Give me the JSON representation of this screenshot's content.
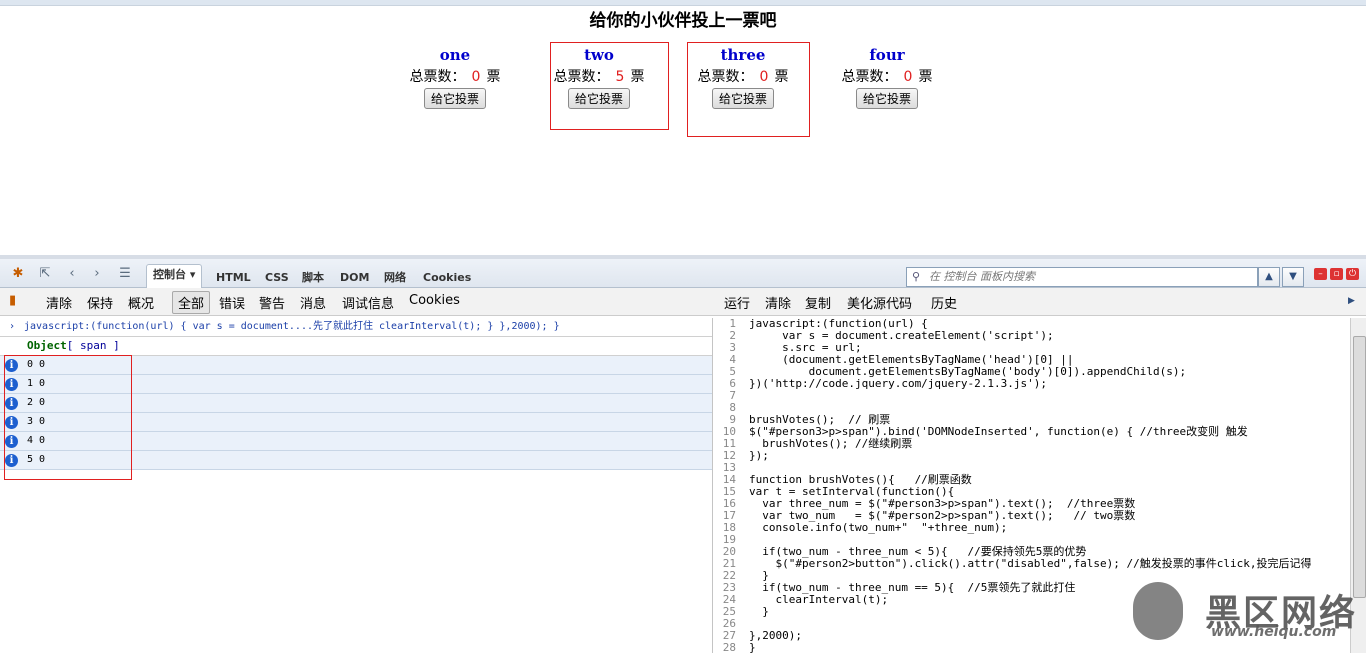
{
  "page": {
    "title": "给你的小伙伴投上一票吧"
  },
  "persons": [
    {
      "name": "one",
      "votes_label": "总票数：",
      "votes": "0",
      "unit": "票",
      "button": "给它投票"
    },
    {
      "name": "two",
      "votes_label": "总票数：",
      "votes": "5",
      "unit": "票",
      "button": "给它投票"
    },
    {
      "name": "three",
      "votes_label": "总票数：",
      "votes": "0",
      "unit": "票",
      "button": "给它投票"
    },
    {
      "name": "four",
      "votes_label": "总票数：",
      "votes": "0",
      "unit": "票",
      "button": "给它投票"
    }
  ],
  "firebug": {
    "tabs": [
      "控制台",
      "HTML",
      "CSS",
      "脚本",
      "DOM",
      "网络",
      "Cookies"
    ],
    "search_placeholder": "在 控制台 面板内搜索",
    "console_toolbar": [
      "清除",
      "保持",
      "概况",
      "全部",
      "错误",
      "警告",
      "消息",
      "调试信息",
      "Cookies"
    ],
    "editor_toolbar": [
      "运行",
      "清除",
      "复制",
      "美化源代码",
      "历史"
    ],
    "command_line": "javascript:(function(url) {     var s = document....先了就此打住     clearInterval(t);   }    },2000); }",
    "object_line": {
      "keyword": "Object",
      "content": "[ span ]"
    },
    "info_rows": [
      "0  0",
      "1  0",
      "2  0",
      "3  0",
      "4  0",
      "5  0"
    ],
    "code_lines": [
      "javascript:(function(url) {",
      "     var s = document.createElement('script');",
      "     s.src = url;",
      "     (document.getElementsByTagName('head')[0] ||",
      "         document.getElementsByTagName('body')[0]).appendChild(s);",
      "})('http://code.jquery.com/jquery-2.1.3.js');",
      "",
      "",
      "brushVotes();  // 刷票",
      "$(\"#person3>p>span\").bind('DOMNodeInserted', function(e) { //three改变则 触发",
      "  brushVotes(); //继续刷票",
      "});",
      "",
      "function brushVotes(){   //刷票函数",
      "var t = setInterval(function(){",
      "  var three_num = $(\"#person3>p>span\").text();  //three票数",
      "  var two_num   = $(\"#person2>p>span\").text();   // two票数",
      "  console.info(two_num+\"  \"+three_num);",
      "",
      "  if(two_num - three_num < 5){   //要保持领先5票的优势",
      "    $(\"#person2>button\").click().attr(\"disabled\",false); //触发投票的事件click,投完后记得",
      "  }",
      "  if(two_num - three_num == 5){  //5票领先了就此打住",
      "    clearInterval(t);",
      "  }",
      "",
      "},2000);",
      "}"
    ]
  },
  "watermark": {
    "text": "黑区网络",
    "url": "www.heiqu.com"
  }
}
